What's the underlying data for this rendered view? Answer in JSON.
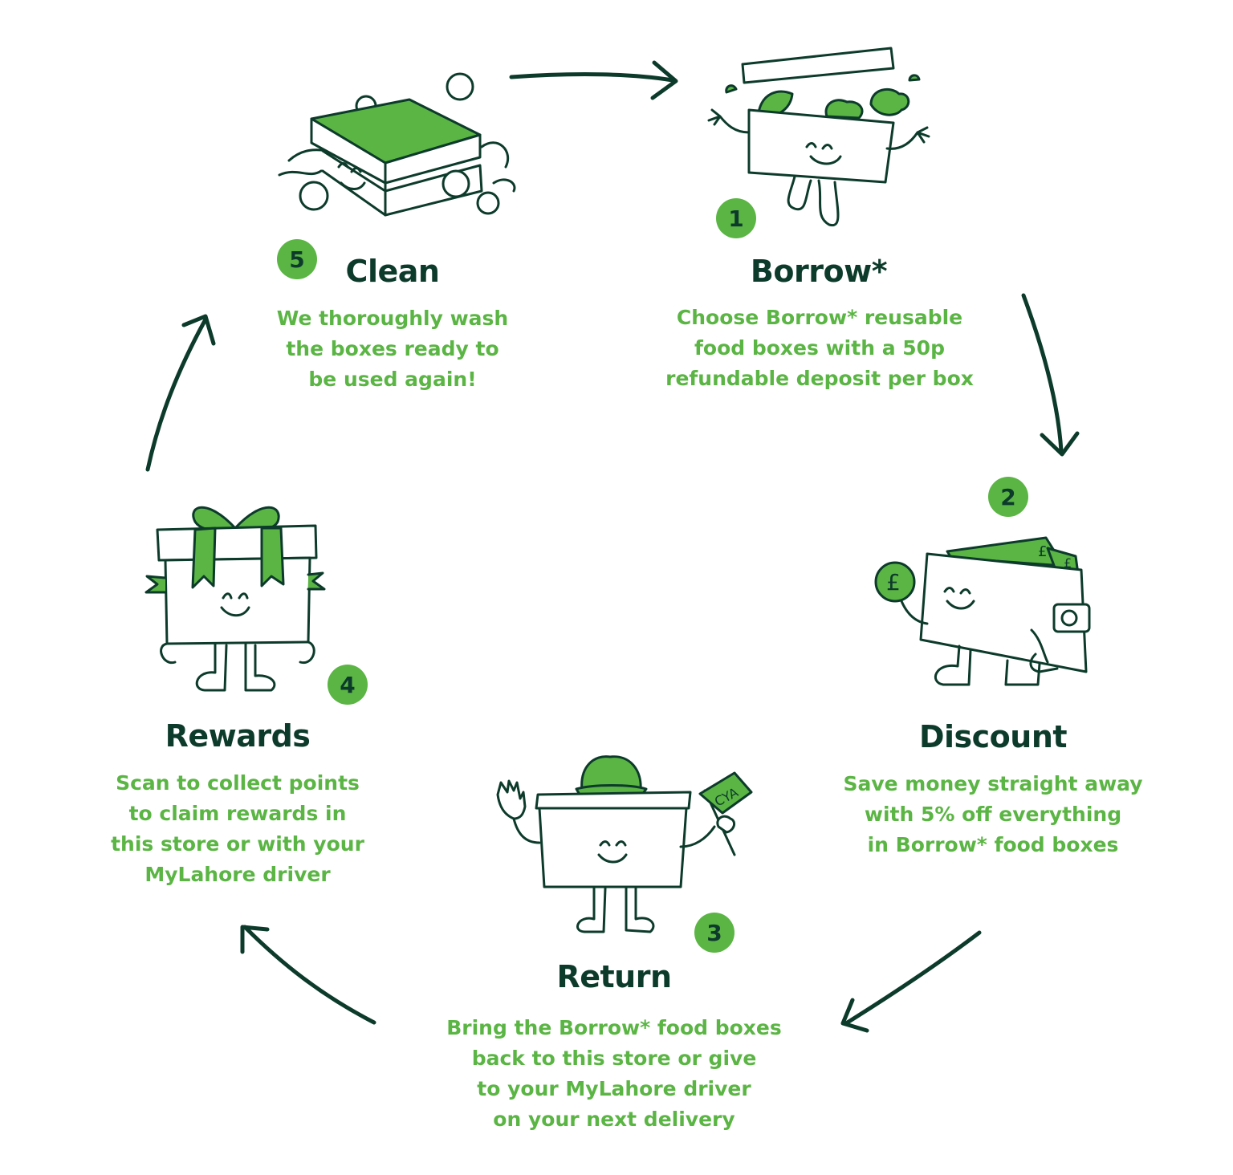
{
  "steps": [
    {
      "number": "1",
      "title": "Borrow*",
      "lines": [
        "Choose Borrow* reusable",
        "food boxes with a 50p",
        "refundable deposit per box"
      ],
      "icon": "food-box-character-icon"
    },
    {
      "number": "2",
      "title": "Discount",
      "lines": [
        "Save money straight away",
        "with  5% off everything",
        "in Borrow* food boxes"
      ],
      "icon": "wallet-character-icon"
    },
    {
      "number": "3",
      "title": "Return",
      "lines": [
        "Bring the Borrow* food boxes",
        "back to this store or give",
        "to your MyLahore driver",
        "on your next delivery"
      ],
      "icon": "waving-box-character-icon",
      "flag_text": "CYA"
    },
    {
      "number": "4",
      "title": "Rewards",
      "lines": [
        "Scan to collect points",
        "to claim rewards in",
        "this store or with your",
        "MyLahore driver"
      ],
      "icon": "gift-box-character-icon"
    },
    {
      "number": "5",
      "title": "Clean",
      "lines": [
        "We thoroughly wash",
        "the boxes ready to",
        "be used again!"
      ],
      "icon": "washing-box-character-icon"
    }
  ],
  "wallet_currency_symbol": "£",
  "colors": {
    "dark_green": "#0d3b2b",
    "accent_green": "#5bb544",
    "background": "#ffffff"
  }
}
